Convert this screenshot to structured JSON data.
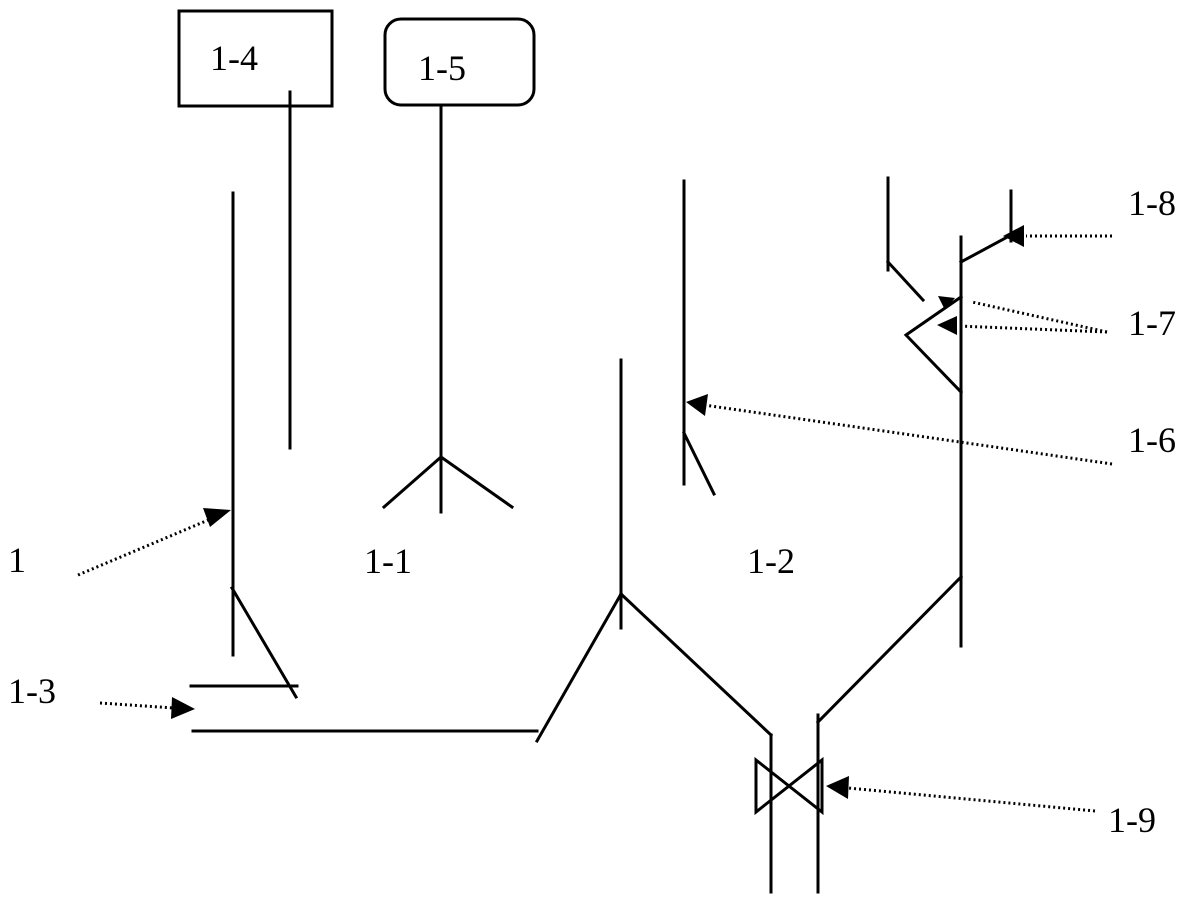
{
  "labels": {
    "box_1_4": "1-4",
    "box_1_5": "1-5",
    "vessel": "1",
    "chamber_1_1": "1-1",
    "chamber_1_2": "1-2",
    "inlet_1_3": "1-3",
    "baffle_1_6": "1-6",
    "part_1_7": "1-7",
    "part_1_8": "1-8",
    "valve_1_9": "1-9"
  },
  "colors": {
    "line": "#000000",
    "background": "#ffffff"
  }
}
